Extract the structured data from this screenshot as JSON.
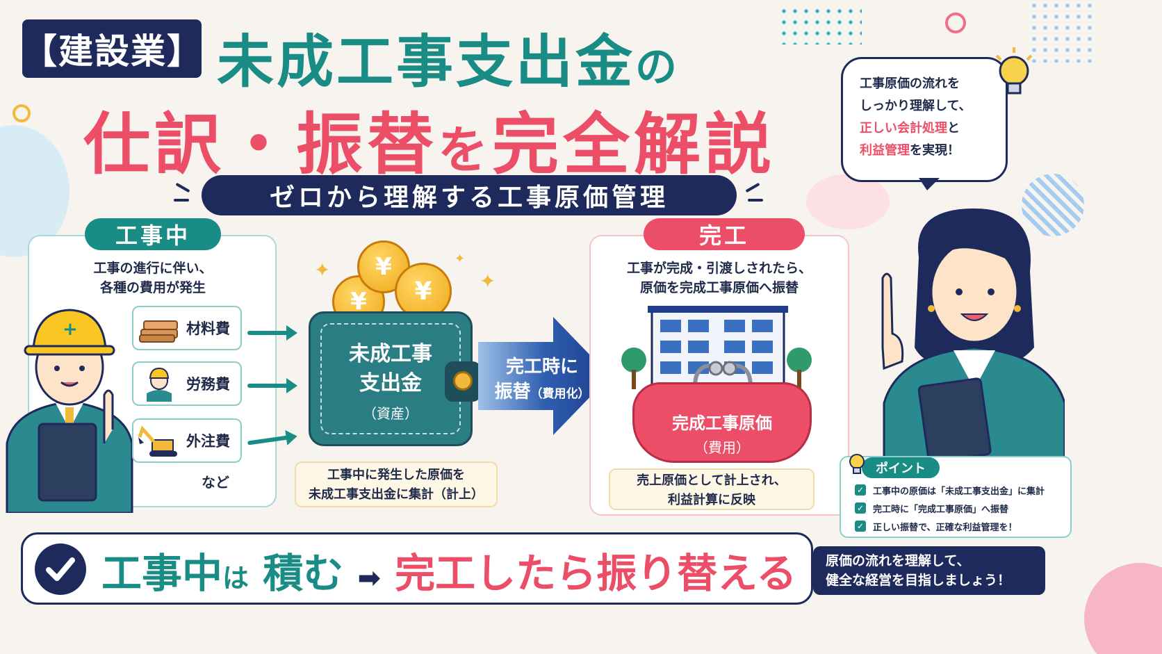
{
  "header": {
    "tag": "【建設業】",
    "title_line1": "未成工事支出金",
    "title_line1_suffix": "の",
    "title_line2_a": "仕訳・振替",
    "title_line2_b": "を",
    "title_line2_c": "完全解説",
    "subtitle": "ゼロから理解する工事原価管理"
  },
  "bubble": {
    "line1": "工事原価の流れを",
    "line2": "しっかり理解して、",
    "line3_red": "正しい会計処理",
    "line3_rest": "と",
    "line4_red": "利益管理",
    "line4_rest": "を実現！"
  },
  "left_panel": {
    "label": "工事中",
    "desc_line1": "工事の進行に伴い、",
    "desc_line2": "各種の費用が発生",
    "costs": [
      "材料費",
      "労務費",
      "外注費"
    ],
    "etc": "など"
  },
  "wallet": {
    "line1": "未成工事",
    "line2": "支出金",
    "line3": "（資産）",
    "coin_symbol": "¥",
    "note_line1": "工事中に発生した原価を",
    "note_line2": "未成工事支出金に集計（計上）"
  },
  "arrow": {
    "line1": "完工時に",
    "line2": "振替",
    "line2_small": "（費用化）"
  },
  "right_panel": {
    "label": "完工",
    "desc_line1": "工事が完成・引渡しされたら、",
    "desc_line2": "原価を完成工事原価へ振替",
    "purse_line1": "完成工事原価",
    "purse_line2": "（費用）",
    "note_line1": "売上原価として計上され、",
    "note_line2": "利益計算に反映"
  },
  "point": {
    "title": "ポイント",
    "items": [
      "工事中の原価は「未成工事支出金」に集計",
      "完工時に「完成工事原価」へ振替",
      "正しい振替で、正確な利益管理を！"
    ]
  },
  "bottom": {
    "part1": "工事中",
    "part2": "は",
    "part3": "積む",
    "arrow": "➡",
    "part4": "完工したら振り替える",
    "closing_line1": "原価の流れを理解して、",
    "closing_line2": "健全な経営を目指しましょう！"
  },
  "colors": {
    "teal": "#1a8c86",
    "pink": "#ec4d67",
    "navy": "#1f2a5c",
    "gold": "#f2b93b"
  }
}
